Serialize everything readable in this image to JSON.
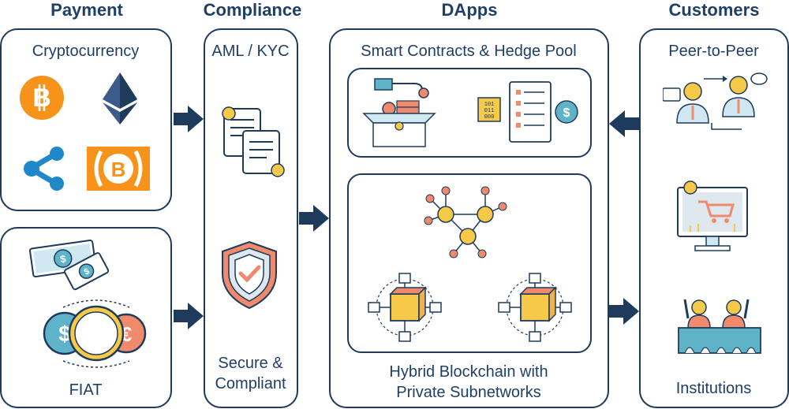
{
  "headers": {
    "payment": "Payment",
    "compliance": "Compliance",
    "dapps": "DApps",
    "customers": "Customers"
  },
  "payment": {
    "crypto_label": "Cryptocurrency",
    "fiat_label": "FIAT",
    "crypto_icons": [
      "bitcoin-icon",
      "ethereum-icon",
      "ripple-icon",
      "bitcoin-cash-icon"
    ]
  },
  "compliance": {
    "top_label": "AML / KYC",
    "bottom_label_line1": "Secure &",
    "bottom_label_line2": "Compliant"
  },
  "dapps": {
    "top_label": "Smart Contracts & Hedge Pool",
    "bottom_label_line1": "Hybrid Blockchain with",
    "bottom_label_line2": "Private Subnetworks"
  },
  "customers": {
    "p2p_label": "Peer-to-Peer",
    "inst_label": "Institutions"
  },
  "colors": {
    "navy": "#1f3b5c",
    "orange": "#f7931a",
    "eth": "#3c5a8a",
    "ripple": "#1e88c9",
    "teal": "#5fb3c9",
    "salmon": "#f08a6c",
    "yellow": "#f7c948"
  }
}
